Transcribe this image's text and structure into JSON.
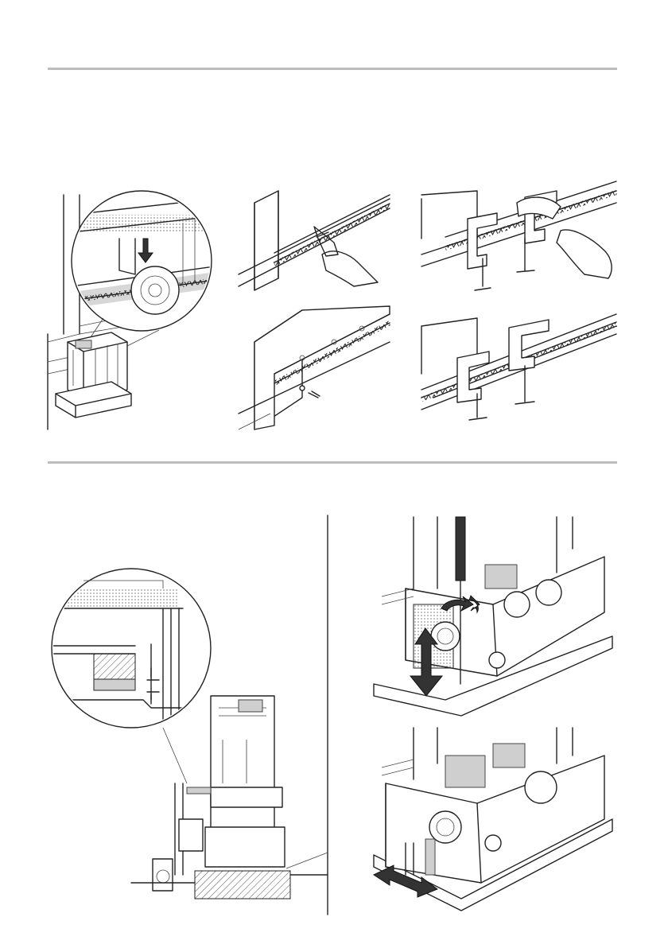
{
  "page": {
    "background": "#ffffff",
    "rule_color": "#bdbdbd",
    "line_color": "#222222"
  },
  "figures": [
    {
      "id": "rack-on-gear-detail",
      "icon": "gate-motor-with-rack-magnifier"
    },
    {
      "id": "rack-clamp-and-weld",
      "icon": "hand-holding-rack-on-gate"
    },
    {
      "id": "rack-screw-fix",
      "icon": "rack-fixed-with-screws"
    },
    {
      "id": "rack-clamped-mounted",
      "icon": "c-clamps-on-rack"
    },
    {
      "id": "rack-clamped-final",
      "icon": "c-clamps-on-rack-final"
    },
    {
      "id": "gear-rack-clearance",
      "icon": "motor-side-view-with-gap-magnifier"
    },
    {
      "id": "height-adjust-screwdriver",
      "icon": "screwdriver-adjusting-motor-height"
    },
    {
      "id": "base-slide-adjust",
      "icon": "motor-base-sliding-adjustment"
    }
  ]
}
